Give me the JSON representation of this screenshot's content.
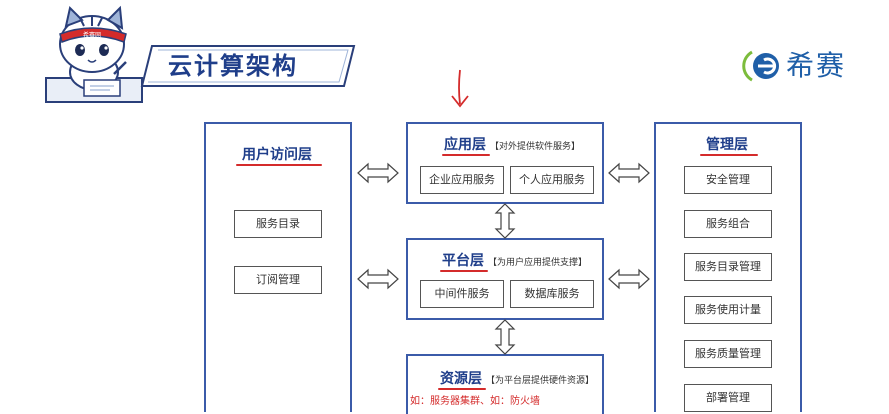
{
  "header": {
    "title": "云计算架构",
    "logo_text": "希赛",
    "mascot_badge": "希赛网",
    "icons": [
      "cat-mascot-icon",
      "xisai-logo-icon"
    ]
  },
  "left_panel": {
    "title": "用户访问层",
    "items": [
      "服务目录",
      "订阅管理"
    ]
  },
  "layers": {
    "app": {
      "title": "应用层",
      "subtitle": "【对外提供软件服务】",
      "items": [
        "企业应用服务",
        "个人应用服务"
      ]
    },
    "platform": {
      "title": "平台层",
      "subtitle": "【为用户应用提供支撑】",
      "items": [
        "中间件服务",
        "数据库服务"
      ]
    },
    "resource": {
      "title": "资源层",
      "subtitle": "【为平台层提供硬件资源】",
      "note": "如：服务器集群、如：防火墙"
    }
  },
  "right_panel": {
    "title": "管理层",
    "items": [
      "安全管理",
      "服务组合",
      "服务目录管理",
      "服务使用计量",
      "服务质量管理",
      "部署管理"
    ]
  },
  "colors": {
    "primary_blue": "#1f3e8a",
    "border_blue": "#3b5ba9",
    "accent_red": "#d42b2b",
    "logo_blue": "#1f5fa8"
  }
}
